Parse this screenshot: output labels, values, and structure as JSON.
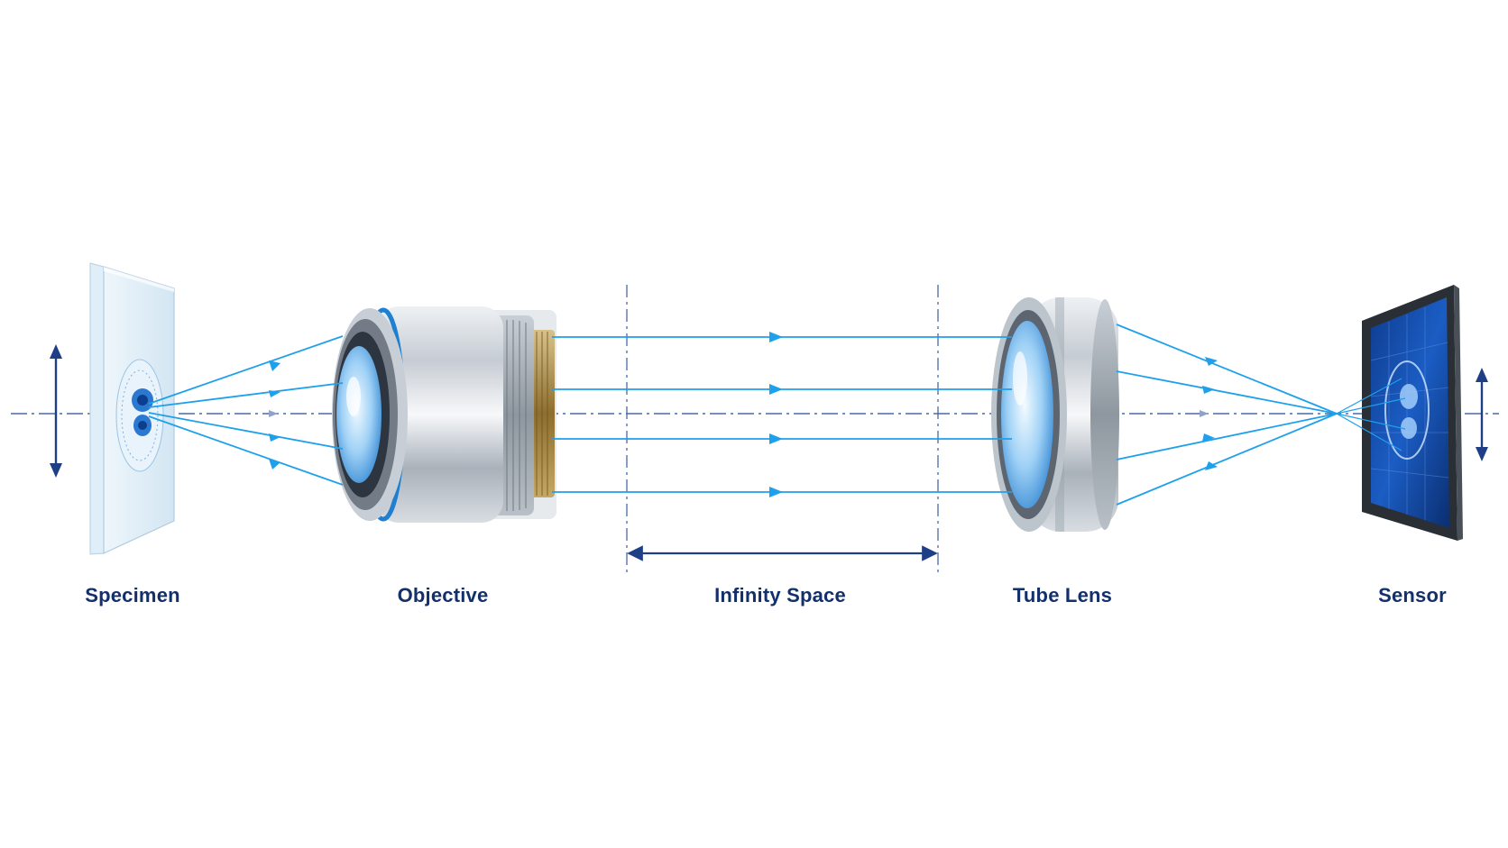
{
  "labels": {
    "specimen": "Specimen",
    "objective": "Objective",
    "infinity_space": "Infinity Space",
    "tube_lens": "Tube Lens",
    "sensor": "Sensor"
  },
  "colors": {
    "label_text": "#13306b",
    "ray": "#1ea0ec",
    "axis": "#4a6aa6",
    "dimension": "#1e3f86",
    "metal": "#c4cbd3",
    "accent_ring": "#1f7fd0",
    "brass": "#b89a55",
    "sensor_panel": "#1449a6",
    "frame": "#2a2f36"
  },
  "icons": {
    "specimen": "glass-slide-icon",
    "objective": "microscope-objective-icon",
    "tube_lens": "tube-lens-icon",
    "sensor": "camera-sensor-icon"
  }
}
